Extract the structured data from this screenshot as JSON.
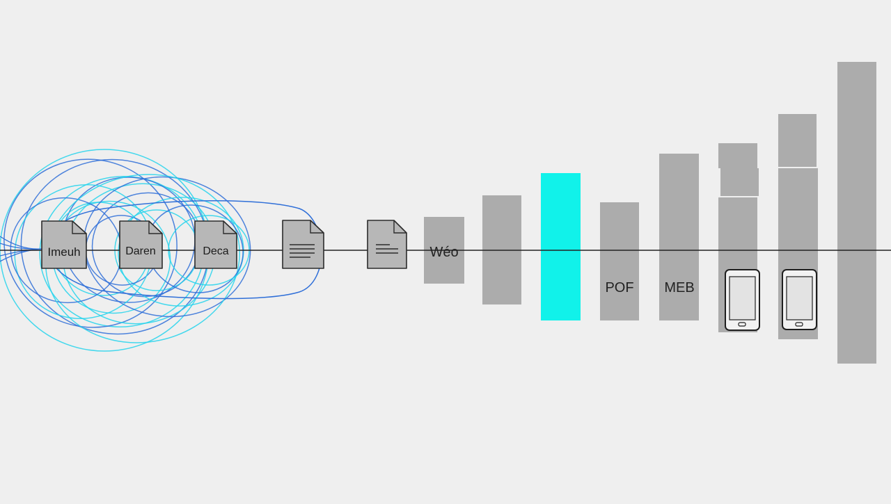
{
  "colors": {
    "background": "#efefef",
    "line": "#222222",
    "bar": "#acacac",
    "bar_highlight": "#11f2ea",
    "doc_fill": "#b7b7b7",
    "doc_stroke": "#2b2b2b",
    "swirl_cyan": "#25d3ec",
    "swirl_blue": "#2f6fd8",
    "device_screen": "#e3e3e3"
  },
  "documents": [
    {
      "name": "document-card-1",
      "label": "Imeuh",
      "icon": "document-icon"
    },
    {
      "name": "document-card-2",
      "label": "Daren",
      "icon": "document-icon"
    },
    {
      "name": "document-card-3",
      "label": "Deca",
      "icon": "document-icon"
    },
    {
      "name": "document-card-4",
      "label": "",
      "icon": "document-lines-icon"
    },
    {
      "name": "document-card-5",
      "label": "",
      "icon": "document-lines-icon"
    }
  ],
  "bars": [
    {
      "name": "bar-1",
      "label": "Wéo",
      "highlight": false
    },
    {
      "name": "bar-2",
      "label": "",
      "highlight": false
    },
    {
      "name": "bar-3",
      "label": "",
      "highlight": true
    },
    {
      "name": "bar-4",
      "label": "POF",
      "highlight": false
    },
    {
      "name": "bar-5",
      "label": "MEB",
      "highlight": false
    },
    {
      "name": "bar-6",
      "label": "",
      "highlight": false
    },
    {
      "name": "bar-7",
      "label": "",
      "highlight": false
    },
    {
      "name": "bar-8",
      "label": "",
      "highlight": false
    }
  ],
  "devices": [
    {
      "name": "phone-device-1",
      "icon": "smartphone-icon"
    },
    {
      "name": "phone-device-2",
      "icon": "smartphone-icon"
    }
  ]
}
